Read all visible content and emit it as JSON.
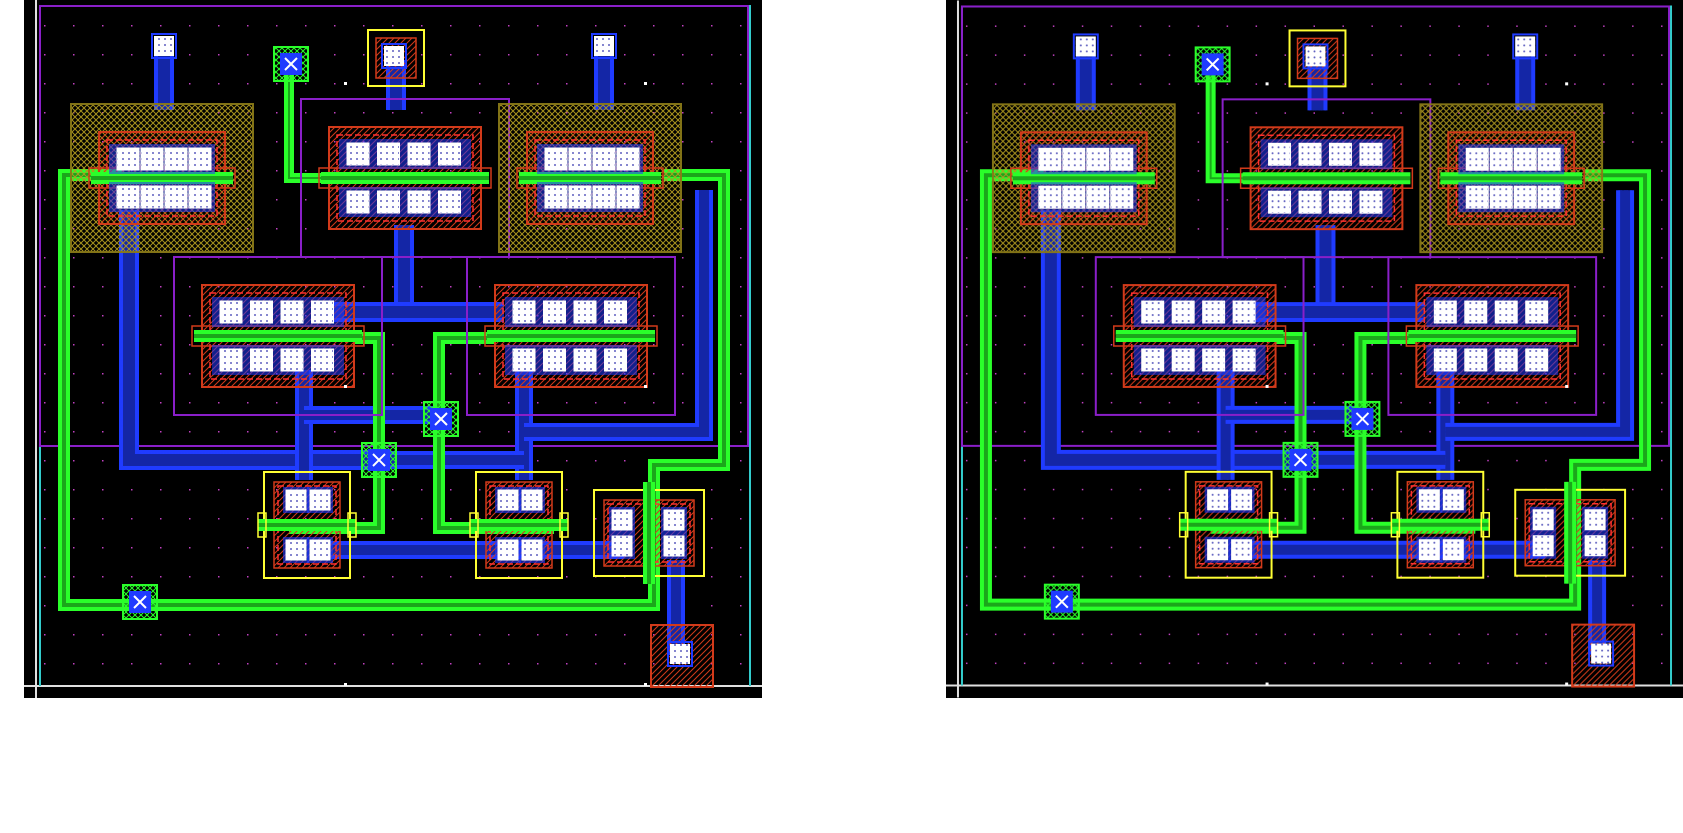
{
  "canvas": {
    "background": "#000000",
    "page_background": "#ffffff",
    "panel_count": 2
  },
  "layers": {
    "metal1": {
      "color": "#1f3bff",
      "pattern": "crosshatch"
    },
    "poly": {
      "color": "#2aff2a",
      "pattern": "crosshatch"
    },
    "diffusion": {
      "color": "#d23a1a",
      "pattern": "diagonal"
    },
    "nwell": {
      "color": "#8a1fc9",
      "pattern": "outline"
    },
    "pselect": {
      "color": "#ffff33",
      "pattern": "outline"
    },
    "nselect_fill": {
      "color": "#5a4a0a",
      "pattern": "crosshatch"
    },
    "contact": {
      "color": "#ffffff",
      "pattern": "dotted"
    },
    "boundary": {
      "color": "#33cccc",
      "pattern": "outline"
    },
    "grid_dot": {
      "color": "#c040c0"
    }
  },
  "cells": [
    {
      "name": "layout-view-left",
      "placement": "left"
    },
    {
      "name": "layout-view-right",
      "placement": "right"
    }
  ]
}
